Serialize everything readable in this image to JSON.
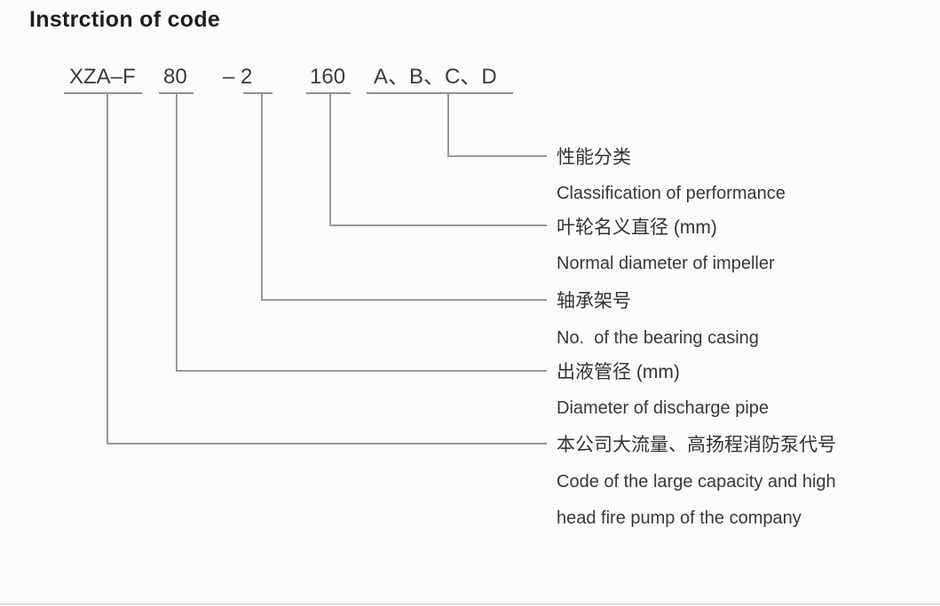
{
  "title": "Instrction of code",
  "code": {
    "segments": [
      {
        "id": "series",
        "text": "XZA–F"
      },
      {
        "id": "outlet",
        "text": "80"
      },
      {
        "id": "bearing",
        "text": "– 2"
      },
      {
        "id": "impeller",
        "text": "160"
      },
      {
        "id": "class",
        "text": "A、B、C、D"
      }
    ]
  },
  "labels": [
    {
      "zh": "性能分类",
      "en": "Classification of performance"
    },
    {
      "zh": "叶轮名义直径 (mm)",
      "en": "Normal diameter of impeller"
    },
    {
      "zh": "轴承架号",
      "en": "No.  of the bearing casing"
    },
    {
      "zh": "出液管径 (mm)",
      "en": "Diameter of discharge pipe"
    },
    {
      "zh": "本公司大流量、高扬程消防泵代号",
      "en": "Code of the large capacity and high",
      "en2": "head fire pump of the company"
    }
  ],
  "colors": {
    "line": "#999999",
    "underline": "#8f8f8f",
    "text": "#333333",
    "title": "#1f1f1f"
  }
}
